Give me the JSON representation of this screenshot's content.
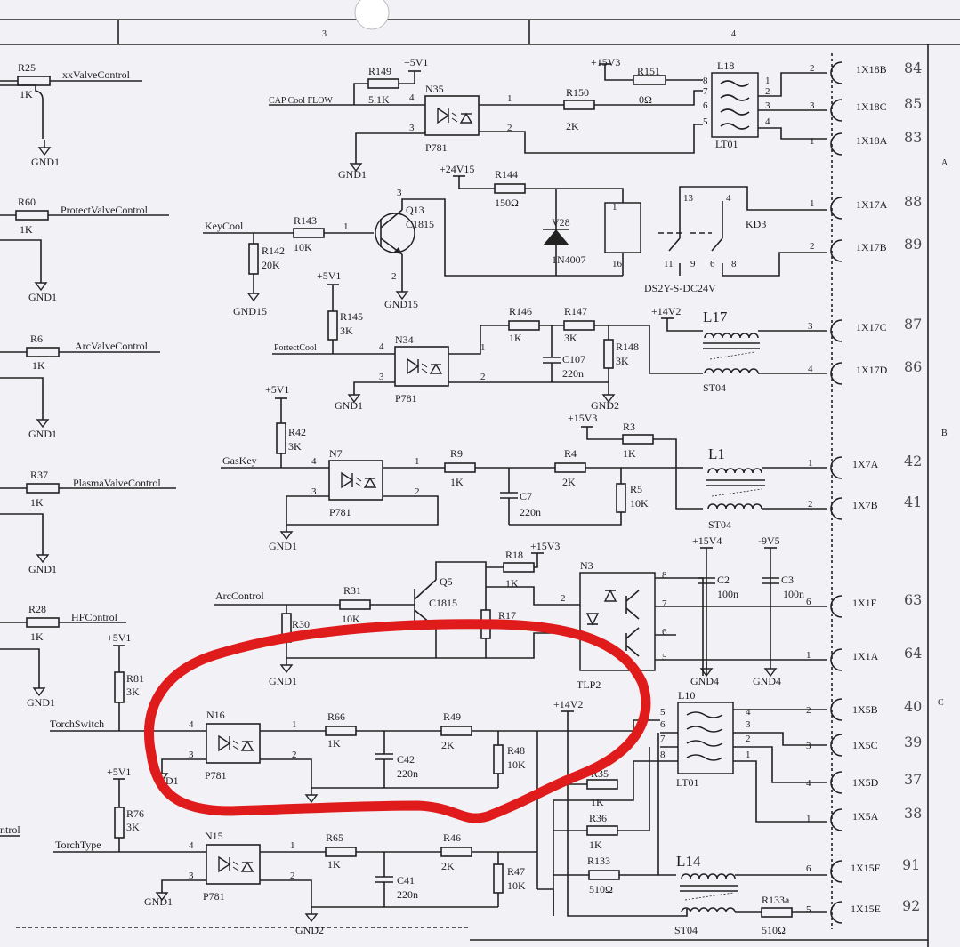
{
  "frame": {
    "columns": [
      "3",
      "4"
    ],
    "rows": [
      "A",
      "B",
      "C"
    ]
  },
  "left_column": {
    "xxvalve": {
      "res": "R25",
      "val": "1K",
      "net": "xxValveControl",
      "gnd": "GND1"
    },
    "protectvalve": {
      "res": "R60",
      "val": "1K",
      "net": "ProtectValveControl",
      "gnd": "GND1"
    },
    "arcvalve": {
      "res": "R6",
      "val": "1K",
      "net": "ArcValveControl",
      "gnd": "GND1"
    },
    "plasmavalve": {
      "res": "R37",
      "val": "1K",
      "net": "PlasmaValveControl",
      "gnd": "GND1"
    },
    "hf": {
      "res": "R28",
      "val": "1K",
      "net": "HFControl",
      "gnd": "GND1"
    },
    "torchswitch": {
      "net": "TorchSwitch",
      "res": "R81",
      "val": "3K",
      "pwr": "+5V1",
      "partial": "D1"
    },
    "torchtype": {
      "net": "TorchType",
      "res": "R76",
      "val": "3K",
      "pwr": "+5V1"
    },
    "cut_label": "ntrol"
  },
  "cap_cool": {
    "net": "CAP Cool FLOW",
    "r149": "R149",
    "r149v": "5.1K",
    "pwr": "+5V1",
    "opto": "N35",
    "opto_type": "P781",
    "gnd": "GND1",
    "r150": "R150",
    "r150v": "2K",
    "r151": "R151",
    "r151v": "0Ω",
    "pwr2": "+15V3",
    "xfmr": "L18",
    "xfmr_b": "LT01",
    "conn": [
      {
        "pin": "2",
        "label": "1X18B",
        "hw": "84"
      },
      {
        "pin": "3",
        "label": "1X18C",
        "hw": "85"
      },
      {
        "pin": "1",
        "label": "1X18A",
        "hw": "83"
      }
    ]
  },
  "key_cool": {
    "net": "KeyCool",
    "r143": "R143",
    "r143v": "10K",
    "r142": "R142",
    "r142v": "20K",
    "gnd": "GND15",
    "q": "Q13",
    "q_type": "C1815",
    "gnd2": "GND15",
    "pwr": "+24V15",
    "r144": "R144",
    "r144v": "150Ω",
    "diode": "V28",
    "diode_type": "1N4007",
    "relay": "KD3",
    "relay_type": "DS2Y-S-DC24V",
    "conn": [
      {
        "pin": "1",
        "label": "1X17A",
        "hw": "88"
      },
      {
        "pin": "2",
        "label": "1X17B",
        "hw": "89"
      }
    ]
  },
  "protect_cool": {
    "net": "PortectCool",
    "pwr": "+5V1",
    "r145": "R145",
    "r145v": "3K",
    "opto": "N34",
    "opto_type": "P781",
    "gnd": "GND1",
    "r146": "R146",
    "r146v": "1K",
    "r147": "R147",
    "r147v": "3K",
    "c107": "C107",
    "c107v": "220n",
    "r148": "R148",
    "r148v": "3K",
    "gnd2": "GND2",
    "pwr2": "+14V2",
    "choke": "L17",
    "choke_b": "ST04",
    "conn": [
      {
        "pin": "3",
        "label": "1X17C",
        "hw": "87"
      },
      {
        "pin": "4",
        "label": "1X17D",
        "hw": "86"
      }
    ]
  },
  "gas_key": {
    "net": "GasKey",
    "pwr": "+5V1",
    "r42": "R42",
    "r42v": "3K",
    "opto": "N7",
    "opto_type": "P781",
    "gnd": "GND1",
    "r9": "R9",
    "r9v": "1K",
    "r4": "R4",
    "r4v": "2K",
    "c7": "C7",
    "c7v": "220n",
    "r5": "R5",
    "r5v": "10K",
    "pwr2": "+15V3",
    "r3": "R3",
    "r3v": "1K",
    "choke": "L1",
    "choke_b": "ST04",
    "conn": [
      {
        "pin": "1",
        "label": "1X7A",
        "hw": "42"
      },
      {
        "pin": "2",
        "label": "1X7B",
        "hw": "41"
      }
    ]
  },
  "arc_control": {
    "net": "ArcControl",
    "r31": "R31",
    "r31v": "10K",
    "r30": "R30",
    "gnd": "GND1",
    "q": "Q5",
    "q_type": "C1815",
    "r18": "R18",
    "r18v": "1K",
    "pwr": "+15V3",
    "r17": "R17",
    "n3": "N3",
    "n3_type": "TLP2",
    "pwr2": "+15V4",
    "pwr3": "-9V5",
    "c2": "C2",
    "c2v": "100n",
    "c3": "C3",
    "c3v": "100n",
    "gnd2": "GND4",
    "gnd3": "GND4",
    "conn": [
      {
        "pin": "6",
        "label": "1X1F",
        "hw": "63"
      },
      {
        "pin": "1",
        "label": "1X1A",
        "hw": "64"
      }
    ]
  },
  "torch_switch": {
    "opto": "N16",
    "opto_type": "P781",
    "r66": "R66",
    "r66v": "1K",
    "r49": "R49",
    "r49v": "2K",
    "c42": "C42",
    "c42v": "220n",
    "r48": "R48",
    "r48v": "10K",
    "pwr": "+14V2",
    "xfmr": "L10",
    "xfmr_b": "LT01",
    "conn": [
      {
        "pin": "2",
        "label": "1X5B",
        "hw": "40"
      },
      {
        "pin": "3",
        "label": "1X5C",
        "hw": "39"
      },
      {
        "pin": "4",
        "label": "1X5D",
        "hw": "37"
      },
      {
        "pin": "1",
        "label": "1X5A",
        "hw": "38"
      }
    ]
  },
  "torch_type": {
    "opto": "N15",
    "opto_type": "P781",
    "gnd": "GND1",
    "r65": "R65",
    "r65v": "1K",
    "r46": "R46",
    "r46v": "2K",
    "c41": "C41",
    "c41v": "220n",
    "r47": "R47",
    "r47v": "10K",
    "gnd2": "GND2",
    "r35": "R35",
    "r35v": "1K",
    "r36": "R36",
    "r36v": "1K",
    "r133": "R133",
    "r133v": "510Ω",
    "r133a": "R133a",
    "r133av": "510Ω",
    "choke": "L14",
    "choke_b": "ST04",
    "conn": [
      {
        "pin": "6",
        "label": "1X15F",
        "hw": "91"
      },
      {
        "pin": "5",
        "label": "1X15E",
        "hw": "92"
      }
    ]
  },
  "annotation": {
    "shape": "hand-drawn ellipse",
    "color": "#e01b1b",
    "encloses": "N16 TorchSwitch opto circuit"
  }
}
